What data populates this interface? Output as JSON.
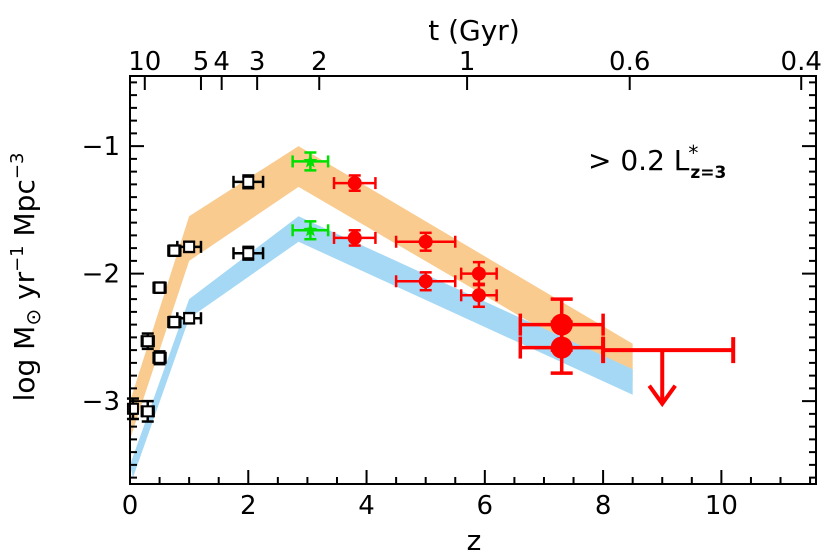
{
  "chart_data": {
    "type": "scatter",
    "xlabel": "z",
    "ylabel": "log M",
    "ylabel_sub": "⊙",
    "ylabel_rest": " yr",
    "ylabel_exp1": "−1",
    "ylabel_mpc": " Mpc",
    "ylabel_exp2": "−3",
    "top_label": "t (Gyr)",
    "annotation_main": "> 0.2 L",
    "annotation_star": "*",
    "annotation_sub": "z=3",
    "xlim": [
      0,
      11.6
    ],
    "ylim": [
      -3.65,
      -0.45
    ],
    "x_ticks": [
      0,
      2,
      4,
      6,
      8,
      10
    ],
    "x_tick_labels": [
      "0",
      "2",
      "4",
      "6",
      "8",
      "10"
    ],
    "y_ticks": [
      -1,
      -2,
      -3
    ],
    "y_tick_labels": [
      "−1",
      "−2",
      "−3"
    ],
    "top_ticks": [
      {
        "label": "10",
        "z": 0.25
      },
      {
        "label": "5",
        "z": 1.2
      },
      {
        "label": "4",
        "z": 1.55
      },
      {
        "label": "3",
        "z": 2.15
      },
      {
        "label": "2",
        "z": 3.2
      },
      {
        "label": "1",
        "z": 5.7
      },
      {
        "label": "0.6",
        "z": 8.45
      },
      {
        "label": "0.4",
        "z": 11.35
      }
    ],
    "bands": [
      {
        "color": "#F9CB8F",
        "upper": [
          [
            0,
            -3.0
          ],
          [
            1.0,
            -1.55
          ],
          [
            2.85,
            -1.0
          ],
          [
            8.5,
            -2.55
          ]
        ],
        "lower": [
          [
            0,
            -3.3
          ],
          [
            1.0,
            -1.9
          ],
          [
            2.85,
            -1.32
          ],
          [
            8.5,
            -2.85
          ]
        ]
      },
      {
        "color": "#A5D8F5",
        "upper": [
          [
            0,
            -3.5
          ],
          [
            1.0,
            -2.2
          ],
          [
            2.85,
            -1.55
          ],
          [
            8.5,
            -2.75
          ]
        ],
        "lower": [
          [
            0.05,
            -3.6
          ],
          [
            1.0,
            -2.35
          ],
          [
            2.85,
            -1.75
          ],
          [
            8.5,
            -2.95
          ]
        ]
      }
    ],
    "series": [
      {
        "color": "#000000",
        "marker": "hollow-square",
        "points": [
          {
            "x": 0.05,
            "y": -3.06,
            "xerr": 0.05,
            "yerr": 0.08
          },
          {
            "x": 0.3,
            "y": -3.08,
            "xerr": 0.1,
            "yerr": 0.08
          },
          {
            "x": 0.3,
            "y": -2.53,
            "xerr": 0.1,
            "yerr": 0.06
          },
          {
            "x": 0.5,
            "y": -2.66,
            "xerr": 0.1,
            "yerr": 0.05
          },
          {
            "x": 0.5,
            "y": -2.11,
            "xerr": 0.1,
            "yerr": 0.04
          },
          {
            "x": 0.75,
            "y": -1.82,
            "xerr": 0.1,
            "yerr": 0.04
          },
          {
            "x": 0.75,
            "y": -2.38,
            "xerr": 0.1,
            "yerr": 0.04
          },
          {
            "x": 1.0,
            "y": -1.79,
            "xerr": 0.2,
            "yerr": 0.04
          },
          {
            "x": 1.0,
            "y": -2.35,
            "xerr": 0.2,
            "yerr": 0.04
          },
          {
            "x": 2.0,
            "y": -1.28,
            "xerr": 0.25,
            "yerr": 0.05
          },
          {
            "x": 2.0,
            "y": -1.84,
            "xerr": 0.25,
            "yerr": 0.05
          }
        ]
      },
      {
        "color": "#00E000",
        "marker": "star",
        "points": [
          {
            "x": 3.05,
            "y": -1.12,
            "xerr": 0.3,
            "yerr": 0.07
          },
          {
            "x": 3.05,
            "y": -1.66,
            "xerr": 0.3,
            "yerr": 0.07
          }
        ]
      },
      {
        "color": "#FF0000",
        "marker": "filled-circle",
        "points": [
          {
            "x": 3.8,
            "y": -1.29,
            "xerr": 0.35,
            "yerr": 0.06,
            "r": 7
          },
          {
            "x": 3.8,
            "y": -1.72,
            "xerr": 0.35,
            "yerr": 0.06,
            "r": 7
          },
          {
            "x": 5.0,
            "y": -1.75,
            "xerr": 0.5,
            "yerr": 0.07,
            "r": 7
          },
          {
            "x": 5.0,
            "y": -2.06,
            "xerr": 0.5,
            "yerr": 0.07,
            "r": 7
          },
          {
            "x": 5.9,
            "y": -2.0,
            "xerr": 0.3,
            "yerr": 0.09,
            "r": 7
          },
          {
            "x": 5.9,
            "y": -2.17,
            "xerr": 0.3,
            "yerr": 0.09,
            "r": 7
          },
          {
            "x": 7.3,
            "y": -2.4,
            "xerr": 0.7,
            "yerr": 0.2,
            "r": 11
          },
          {
            "x": 7.3,
            "y": -2.58,
            "xerr": 0.7,
            "yerr": 0.2,
            "r": 11
          }
        ]
      }
    ],
    "upper_limit": {
      "color": "#FF0000",
      "x": 9.0,
      "y": -2.6,
      "xmin": 8.0,
      "xmax": 10.2,
      "y_arrow_end": -3.02
    }
  }
}
